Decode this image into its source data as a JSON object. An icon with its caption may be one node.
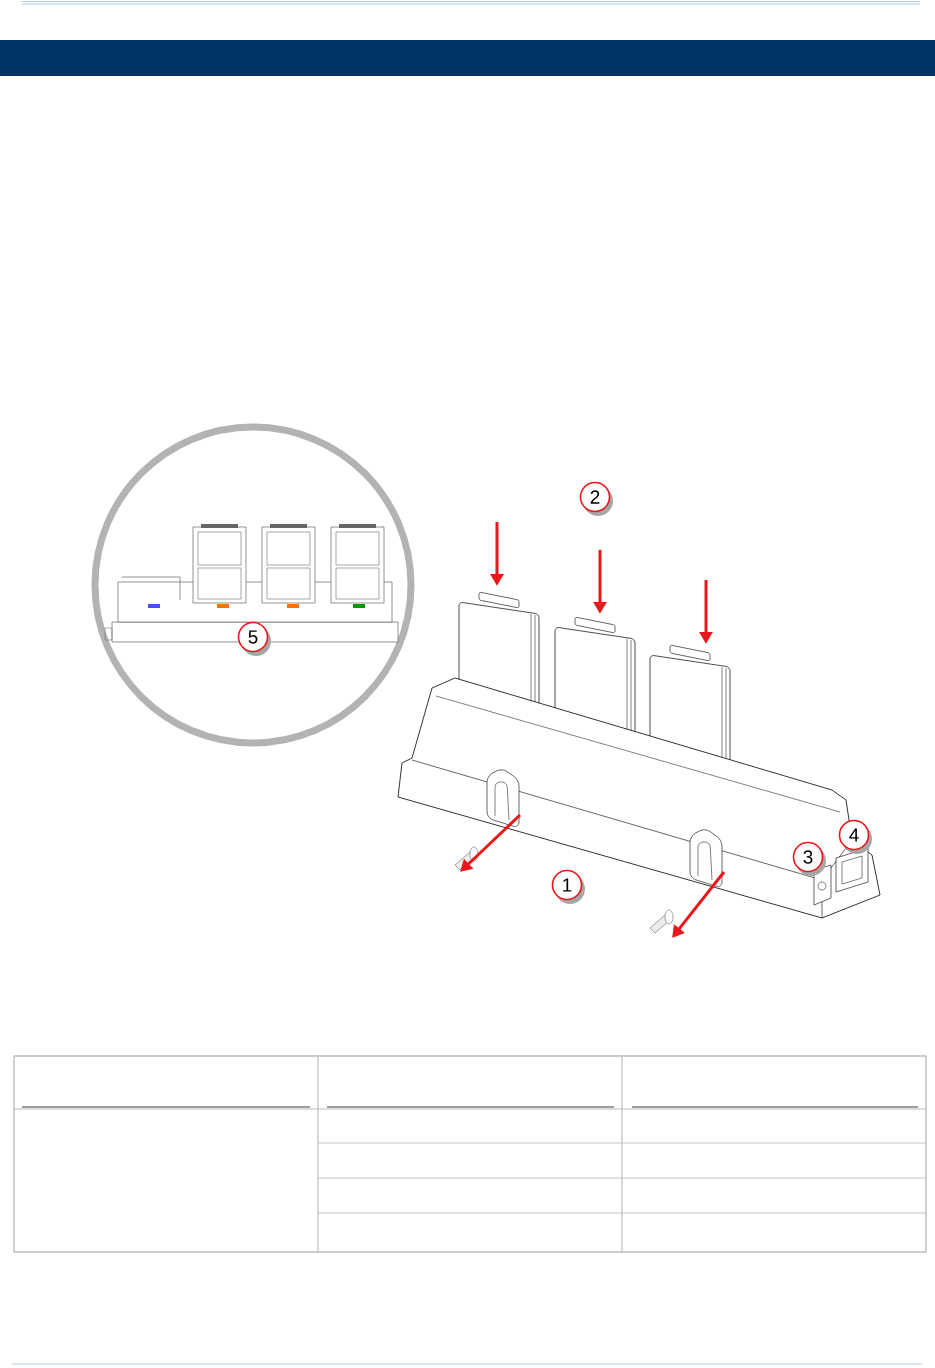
{
  "diagram": {
    "labels": [
      "2",
      "5",
      "4",
      "3",
      "1"
    ]
  }
}
